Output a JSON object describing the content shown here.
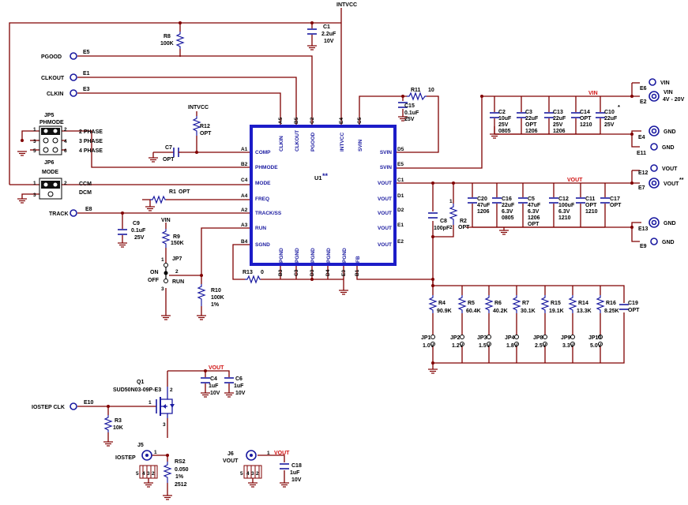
{
  "ic": {
    "ref": "U1",
    "suffix": "**",
    "left_pins": [
      {
        "num": "A1",
        "name": "COMP"
      },
      {
        "num": "B2",
        "name": "PHMODE"
      },
      {
        "num": "C4",
        "name": "MODE"
      },
      {
        "num": "A4",
        "name": "FREQ"
      },
      {
        "num": "A2",
        "name": "TRACK/SS"
      },
      {
        "num": "A3",
        "name": "RUN"
      },
      {
        "num": "B4",
        "name": "SGND"
      }
    ],
    "right_pins": [
      {
        "num": "D5",
        "name": "SVIN"
      },
      {
        "num": "E5",
        "name": "SVIN"
      },
      {
        "num": "C1",
        "name": "VOUT"
      },
      {
        "num": "D1",
        "name": "VOUT"
      },
      {
        "num": "D2",
        "name": "VOUT"
      },
      {
        "num": "E1",
        "name": "VOUT"
      },
      {
        "num": "E2",
        "name": "VOUT"
      }
    ],
    "top_pins": [
      {
        "num": "A5",
        "name": "CLKIN"
      },
      {
        "num": "B5",
        "name": "CLKOUT"
      },
      {
        "num": "C2",
        "name": "PGOOD"
      },
      {
        "num": "E4",
        "name": "INTVCC"
      },
      {
        "num": "C5",
        "name": "SVIN"
      }
    ],
    "bottom_pins": [
      {
        "num": "B3",
        "name": "PGND"
      },
      {
        "num": "C3",
        "name": "PGND"
      },
      {
        "num": "D3",
        "name": "PGND"
      },
      {
        "num": "D4",
        "name": "PGND"
      },
      {
        "num": "E3",
        "name": "PGND"
      },
      {
        "num": "B1",
        "name": "FB"
      }
    ]
  },
  "nets": {
    "intvcc_top": "INTVCC",
    "intvcc_r12": "INTVCC",
    "vin": "VIN",
    "vin_q1": "VIN",
    "vout": "VOUT",
    "vout_q1": "VOUT",
    "vout_j6": "VOUT"
  },
  "left_signals": [
    {
      "label": "PGOOD",
      "ref": "E5"
    },
    {
      "label": "CLKOUT",
      "ref": "E1"
    },
    {
      "label": "CLKIN",
      "ref": "E3"
    },
    {
      "label": "TRACK",
      "ref": "E8"
    },
    {
      "label": "IOSTEP CLK",
      "ref": "E10"
    }
  ],
  "right_terminals": [
    {
      "ref": "E6",
      "label": "VIN"
    },
    {
      "ref": "E2",
      "label": "VIN",
      "sub": "4V - 20V"
    },
    {
      "ref": "E4",
      "label": "GND"
    },
    {
      "ref": "E11",
      "label": "GND"
    },
    {
      "ref": "E12",
      "label": "VOUT"
    },
    {
      "ref": "E7",
      "label": "VOUT",
      "suffix": "**"
    },
    {
      "ref": "E13",
      "label": "GND"
    },
    {
      "ref": "E9",
      "label": "GND"
    }
  ],
  "resistors": {
    "R8": {
      "ref": "R8",
      "val": "100K"
    },
    "R12": {
      "ref": "R12",
      "val": "OPT"
    },
    "R1": {
      "ref": "R1",
      "val": "OPT"
    },
    "R9": {
      "ref": "R9",
      "val": "150K"
    },
    "R10": {
      "ref": "R10",
      "val": "100K",
      "tol": "1%"
    },
    "R13": {
      "ref": "R13",
      "val": "0"
    },
    "R11": {
      "ref": "R11",
      "val": "10"
    },
    "R2": {
      "ref": "R2",
      "val": "OPT"
    },
    "R3": {
      "ref": "R3",
      "val": "10K"
    },
    "RS2": {
      "ref": "RS2",
      "val": "0.050",
      "tol": "1%",
      "pkg": "2512"
    }
  },
  "capacitors": {
    "C1": {
      "ref": "C1",
      "val": "2.2uF",
      "v": "10V"
    },
    "C7": {
      "ref": "C7",
      "val": "OPT"
    },
    "C9": {
      "ref": "C9",
      "val": "0.1uF",
      "v": "25V"
    },
    "C15": {
      "ref": "C15",
      "val": "0.1uF",
      "v": "25V"
    },
    "C8": {
      "ref": "C8",
      "val": "100pF"
    },
    "C4": {
      "ref": "C4",
      "val": "1uF",
      "v": "10V"
    },
    "C6": {
      "ref": "C6",
      "val": "1uF",
      "v": "10V"
    },
    "C18": {
      "ref": "C18",
      "val": "1uF",
      "v": "10V"
    }
  },
  "input_caps": [
    {
      "ref": "C2",
      "val": "10uF",
      "v": "25V",
      "pkg": "0805"
    },
    {
      "ref": "C3",
      "val": "22uF",
      "v": "OPT",
      "pkg": "1206"
    },
    {
      "ref": "C13",
      "val": "22uF",
      "v": "25V",
      "pkg": "1206"
    },
    {
      "ref": "C14",
      "val": "OPT",
      "v": "1210",
      "pkg": ""
    },
    {
      "ref": "C10",
      "val": "22uF",
      "v": "25V",
      "pkg": "",
      "star": "*"
    }
  ],
  "output_caps": [
    {
      "ref": "C20",
      "val": "47uF",
      "v": "1206",
      "pkg": ""
    },
    {
      "ref": "C16",
      "val": "22uF",
      "v": "6.3V",
      "pkg": "0805"
    },
    {
      "ref": "C5",
      "val": "47uF",
      "v": "6.3V",
      "pkg": "1206",
      "extra": "OPT"
    },
    {
      "ref": "C12",
      "val": "100uF",
      "v": "6.3V",
      "pkg": "1210"
    },
    {
      "ref": "C11",
      "val": "OPT",
      "v": "1210",
      "pkg": ""
    },
    {
      "ref": "C17",
      "val": "OPT",
      "v": "",
      "pkg": ""
    }
  ],
  "fb_network": [
    {
      "r": "R4",
      "rv": "90.9K",
      "jp": "JP1",
      "v": "1.0V"
    },
    {
      "r": "R5",
      "rv": "60.4K",
      "jp": "JP2",
      "v": "1.2V"
    },
    {
      "r": "R6",
      "rv": "40.2K",
      "jp": "JP3",
      "v": "1.5V"
    },
    {
      "r": "R7",
      "rv": "30.1K",
      "jp": "JP4",
      "v": "1.8V"
    },
    {
      "r": "R15",
      "rv": "19.1K",
      "jp": "JP8",
      "v": "2.5V"
    },
    {
      "r": "R14",
      "rv": "13.3K",
      "jp": "JP9",
      "v": "3.3V"
    },
    {
      "r": "R16",
      "rv": "8.25K",
      "jp": "JP10",
      "v": "5.0V"
    }
  ],
  "c19": {
    "ref": "C19",
    "val": "OPT"
  },
  "jp5": {
    "ref": "JP5",
    "name": "PHMODE",
    "pins": [
      "1",
      "2",
      "3",
      "4",
      "5",
      "6"
    ],
    "opts": [
      "2 PHASE",
      "3 PHASE",
      "4 PHASE"
    ]
  },
  "jp6": {
    "ref": "JP6",
    "name": "MODE",
    "pins": [
      "1",
      "2",
      "3"
    ],
    "opts": [
      "CCM",
      "DCM"
    ]
  },
  "jp7": {
    "ref": "JP7",
    "pins": [
      "1",
      "2",
      "3"
    ],
    "on": "ON",
    "off": "OFF",
    "run": "RUN"
  },
  "q1": {
    "ref": "Q1",
    "part": "SUD50N03-09P-E3"
  },
  "j5": {
    "ref": "J5",
    "label": "IOSTEP",
    "pins": [
      "5",
      "4",
      "3",
      "2"
    ],
    "pin1": "1"
  },
  "j6": {
    "ref": "J6",
    "label": "VOUT",
    "pins": [
      "5",
      "4",
      "3",
      "2"
    ],
    "pin1": "1"
  },
  "q1_pins": [
    "1",
    "2",
    "3"
  ],
  "r2_pins": [
    "1",
    "2"
  ]
}
